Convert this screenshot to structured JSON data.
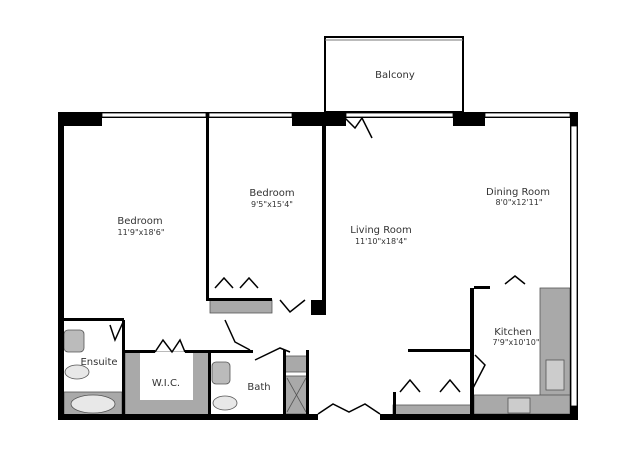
{
  "rooms": {
    "balcony": {
      "name": "Balcony"
    },
    "bedroom1": {
      "name": "Bedroom",
      "size": "11'9\"x18'6\""
    },
    "bedroom2": {
      "name": "Bedroom",
      "size": "9'5\"x15'4\""
    },
    "living": {
      "name": "Living Room",
      "size": "11'10\"x18'4\""
    },
    "dining": {
      "name": "Dining Room",
      "size": "8'0\"x12'11\""
    },
    "kitchen": {
      "name": "Kitchen",
      "size": "7'9\"x10'10\""
    },
    "ensuite": {
      "name": "Ensuite"
    },
    "wic": {
      "name": "W.I.C."
    },
    "bath": {
      "name": "Bath"
    }
  },
  "colors": {
    "wall": "#000000",
    "fixture": "#a9a9a9",
    "window": "#ffffff"
  }
}
